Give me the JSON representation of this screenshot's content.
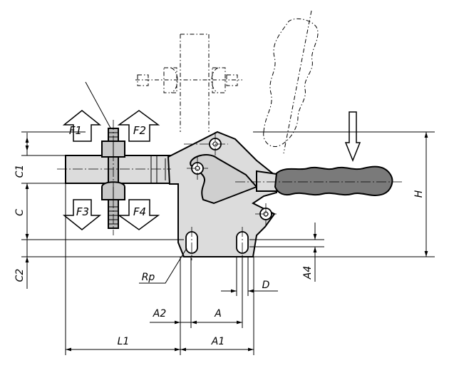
{
  "labels": {
    "f1": "F1",
    "f2": "F2",
    "f3": "F3",
    "f4": "F4",
    "c1": "C1",
    "c": "C",
    "c2": "C2",
    "h": "H",
    "a4": "A4",
    "rp": "Rp",
    "d": "D",
    "a2": "A2",
    "a": "A",
    "l1": "L1",
    "a1": "A1"
  }
}
